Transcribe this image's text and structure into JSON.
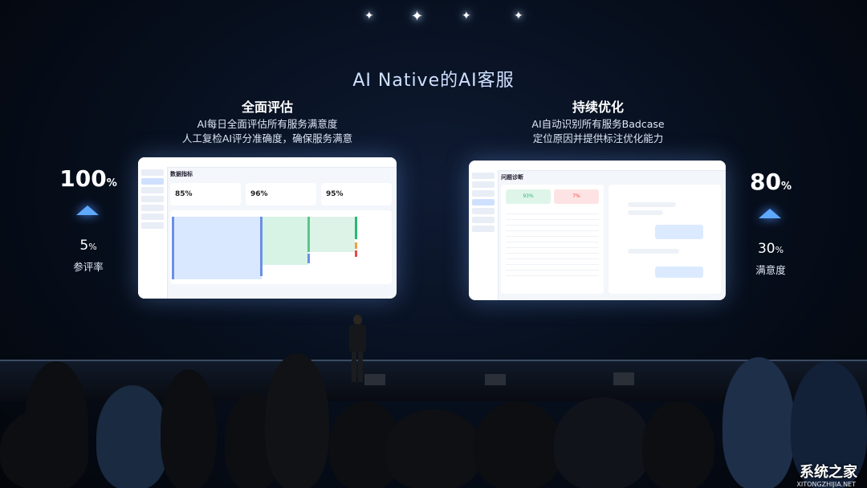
{
  "headline": "AI Native的AI客服",
  "left": {
    "title": "全面评估",
    "sub1": "AI每日全面评估所有服务满意度",
    "sub2": "人工复检AI评分准确度，确保服务满意",
    "stat_big": "100",
    "stat_big_unit": "%",
    "stat_small": "5",
    "stat_small_unit": "%",
    "stat_label": "参评率"
  },
  "right": {
    "title": "持续优化",
    "sub1": "AI自动识别所有服务Badcase",
    "sub2": "定位原因并提供标注优化能力",
    "stat_big": "80",
    "stat_big_unit": "%",
    "stat_small": "30",
    "stat_small_unit": "%",
    "stat_label": "满意度"
  },
  "screen_left": {
    "page_title": "数据指标",
    "kpis": [
      {
        "value": "85%"
      },
      {
        "value": "96%"
      },
      {
        "value": "95%"
      }
    ]
  },
  "screen_right": {
    "page_title": "问题诊断",
    "chips": [
      "93%",
      "7%"
    ]
  },
  "watermark": {
    "text": "系统之家",
    "url": "XITONGZHIJIA.NET"
  },
  "colors": {
    "accent": "#5fa8ff",
    "headline": "#cfe0ff",
    "ok": "#2bb673",
    "bad": "#e94a4a"
  }
}
